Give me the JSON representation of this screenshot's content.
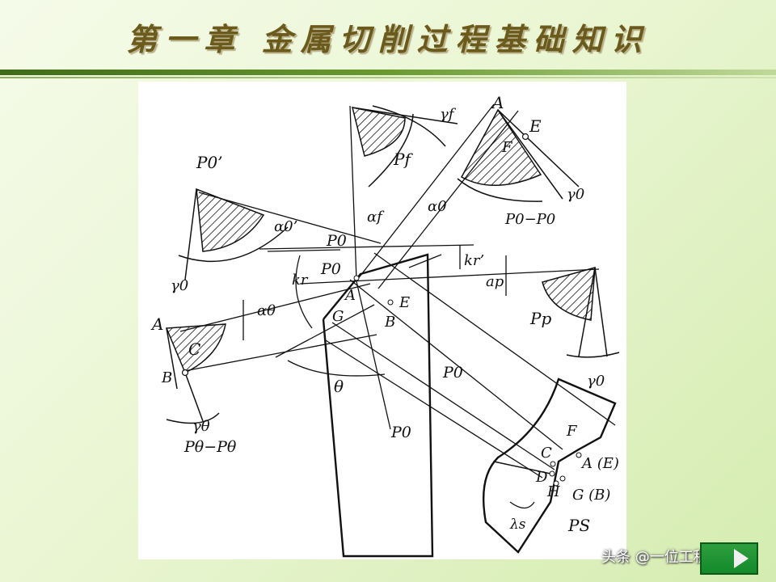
{
  "slide": {
    "title": "第一章 金属切削过程基础知识",
    "watermark": "头条 @一位工程师"
  },
  "diagram": {
    "labels": {
      "gamma_f": "γf",
      "P_f": "Pf",
      "alpha_f": "αf",
      "A_top": "A",
      "E_top": "E",
      "F_top": "F",
      "gamma_0_top": "γ0",
      "alpha_0_top": "α0",
      "P0_P0": "P0−P0",
      "P0_prime": "P0’",
      "alpha0_prime": "α0’",
      "gamma_0_left": "γ0",
      "P0_upper": "P0",
      "k_r_prime": "kr’",
      "k_r": "kr",
      "P0_mid": "P0",
      "A_center": "A",
      "G_center": "G",
      "B_center": "B",
      "E_center": "E",
      "a_p": "ap",
      "P_p": "Pp",
      "gamma_0_right": "γ0",
      "A_left": "A",
      "alpha_theta": "αθ",
      "C_left": "C",
      "B_left": "B",
      "gamma_theta": "γθ",
      "Ptheta_Ptheta": "Pθ−Pθ",
      "theta": "θ",
      "P0_lower": "P0",
      "P0_bottom": "P0",
      "F_right": "F",
      "C_right": "C",
      "A_E": "A (E)",
      "D_right": "D",
      "H_right": "H",
      "G_B": "G (B)",
      "lambda_s": "λs",
      "P_S": "PS"
    }
  }
}
